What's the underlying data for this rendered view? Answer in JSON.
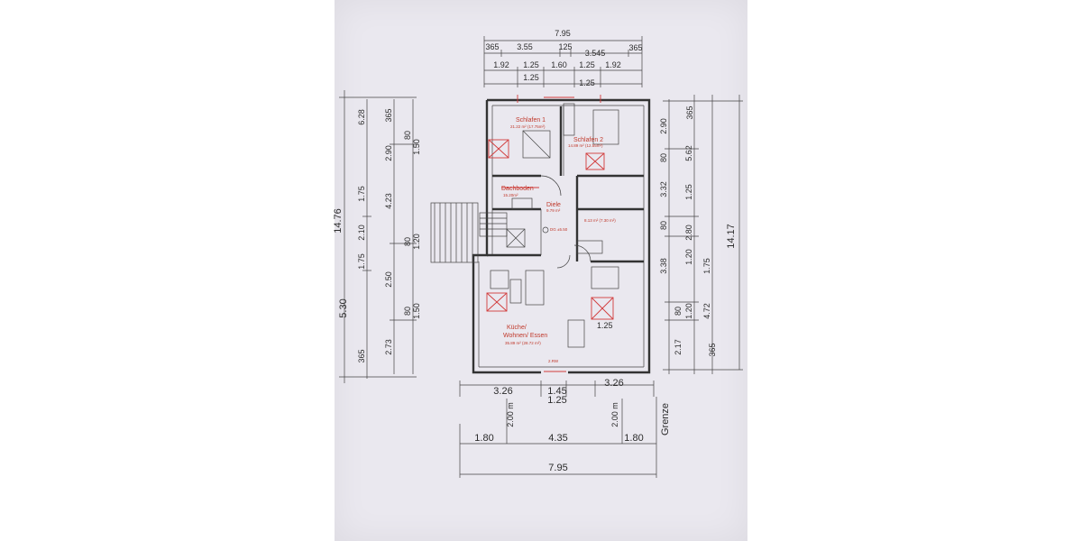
{
  "top_dims": {
    "total": "7.95",
    "row1": [
      "365",
      "3.55",
      "125",
      "3.545",
      "365"
    ],
    "row2": [
      "1.92",
      "1.25",
      "1.60",
      "1.25",
      "1.92"
    ],
    "row3a": "1.25",
    "row3b": "1.25"
  },
  "left_dims": {
    "total": "14.76",
    "col1": [
      "6.28",
      "1.75",
      "2.10",
      "1.75",
      "5.30",
      "365"
    ],
    "col2": [
      "365",
      "2.90",
      "4.23",
      "2.50",
      "2.73"
    ],
    "col3": [
      "80",
      "1.50",
      "80",
      "1.20",
      "80",
      "1.50"
    ]
  },
  "right_dims": {
    "total": "14.17",
    "col1": [
      "2.90",
      "365",
      "80",
      "3.32",
      "80",
      "3.38",
      "80",
      "2.17",
      "365"
    ],
    "col2": [
      "5.62",
      "1.25",
      "2.80",
      "1.75",
      "4.72"
    ],
    "col3": [
      "1.20",
      "1.20"
    ]
  },
  "bottom_dims": {
    "row1": [
      "3.26",
      "1.45",
      "3.26"
    ],
    "row1_sub": "1.25",
    "side_left": "2.00 m",
    "side_right": "2.00 m",
    "row2": [
      "1.80",
      "4.35",
      "1.80"
    ],
    "total": "7.95",
    "boundary": "Grenze"
  },
  "rooms": {
    "schlafen1": {
      "name": "Schlafen 1",
      "area": "21.22 m² (17.75m²)"
    },
    "schlafen2": {
      "name": "Schlafen 2",
      "area": "14.89 m² (12.55m²)"
    },
    "dachboden": {
      "name": "Dachboden",
      "area": "15.20m²"
    },
    "diele": {
      "name": "Diele",
      "area": "9.79 m²"
    },
    "bad": {
      "area": "8.13 m² (7.30 m²)"
    },
    "stair": "DG ±5.50",
    "kueche_line1": "Küche/",
    "kueche_line2": "Wohnen/ Essen",
    "kueche_area": "35.89 m² (28.72 m²)",
    "window_label": "2.RW",
    "inner_dim": "1.25"
  },
  "colors": {
    "paper": "#eae8ef",
    "ink": "#333333",
    "red": "#d23b3b"
  }
}
